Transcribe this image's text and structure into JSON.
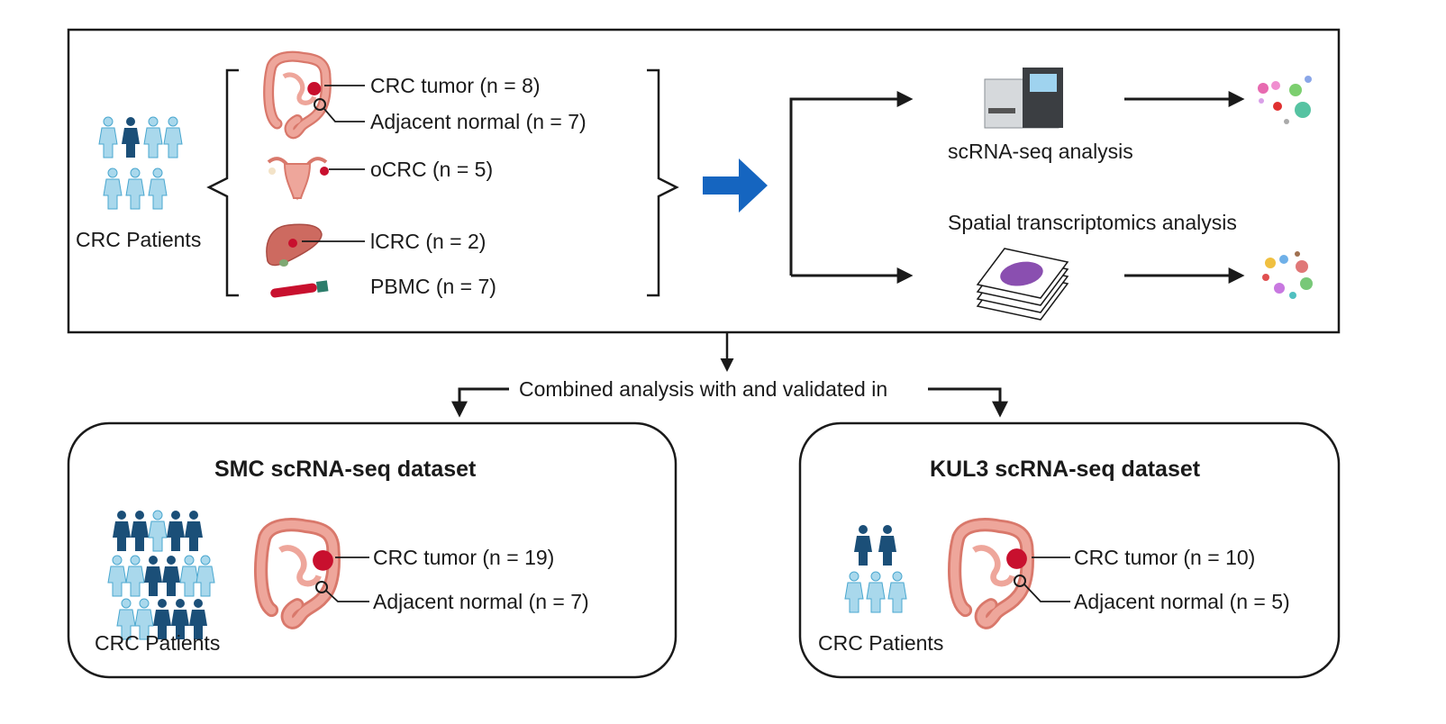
{
  "top_panel": {
    "patients_label": "CRC Patients",
    "samples": [
      {
        "label": "CRC tumor (n = 8)"
      },
      {
        "label": "Adjacent normal (n = 7)"
      },
      {
        "label": "oCRC (n = 5)"
      },
      {
        "label": "lCRC (n = 2)"
      },
      {
        "label": "PBMC (n = 7)"
      }
    ],
    "analyses": [
      {
        "label": "scRNA-seq analysis"
      },
      {
        "label": "Spatial transcriptomics analysis"
      }
    ]
  },
  "connector_label": "Combined analysis with and validated in",
  "datasets": [
    {
      "title": "SMC scRNA-seq dataset",
      "patients_label": "CRC Patients",
      "tumor": "CRC tumor (n = 19)",
      "normal": "Adjacent normal (n = 7)"
    },
    {
      "title": "KUL3 scRNA-seq dataset",
      "patients_label": "CRC Patients",
      "tumor": "CRC tumor (n = 10)",
      "normal": "Adjacent normal (n = 5)"
    }
  ],
  "colors": {
    "border": "#1a1a1a",
    "arrow_blue": "#1565c0",
    "patient_light": "#a9d8ec",
    "patient_dark": "#1b4f78",
    "colon": "#e8968a",
    "tumor": "#c8102e"
  }
}
